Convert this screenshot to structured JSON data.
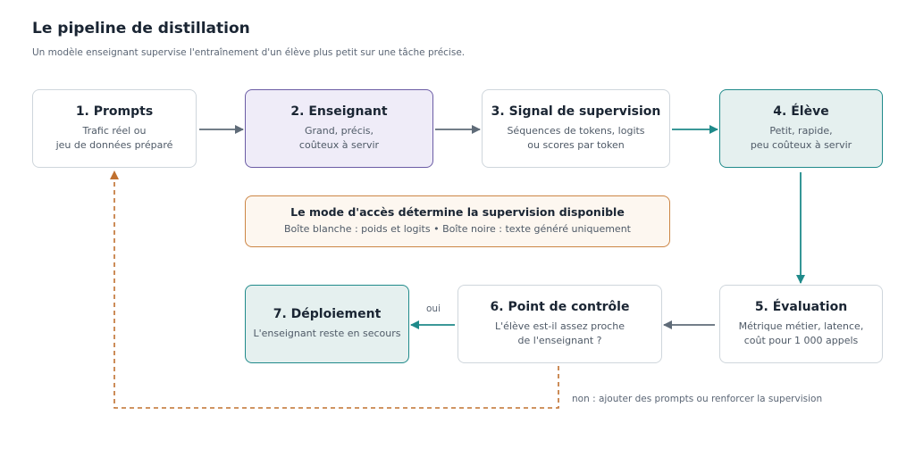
{
  "title": "Le pipeline de distillation",
  "subtitle": "Un modèle enseignant supervise l'entraînement d'un élève plus petit sur une tâche précise.",
  "nodes": {
    "prompts": {
      "title": "1. Prompts",
      "desc": "Trafic réel ou\njeu de données préparé"
    },
    "teacher": {
      "title": "2. Enseignant",
      "desc": "Grand, précis,\ncoûteux à servir"
    },
    "signal": {
      "title": "3. Signal de supervision",
      "desc": "Séquences de tokens, logits\nou scores par token"
    },
    "student": {
      "title": "4. Élève",
      "desc": "Petit, rapide,\npeu coûteux à servir"
    },
    "evaluation": {
      "title": "5. Évaluation",
      "desc": "Métrique métier, latence,\ncoût pour 1 000 appels"
    },
    "checkpoint": {
      "title": "6. Point de contrôle",
      "desc": "L'élève est-il assez proche\nde l'enseignant ?"
    },
    "deployment": {
      "title": "7. Déploiement",
      "desc": "L'enseignant reste en secours"
    }
  },
  "access_note": {
    "title": "Le mode d'accès détermine la supervision disponible",
    "desc": "Boîte blanche : poids et logits • Boîte noire : texte généré uniquement"
  },
  "edge_labels": {
    "yes": "oui",
    "no": "non : ajouter des prompts ou renforcer la supervision"
  },
  "colors": {
    "arrow_gray": "#5f6b78",
    "arrow_teal": "#1f8a8a",
    "feedback_orange": "#c0702f",
    "teacher_fill": "#efecf8",
    "teal_fill": "#e5f0ef"
  }
}
